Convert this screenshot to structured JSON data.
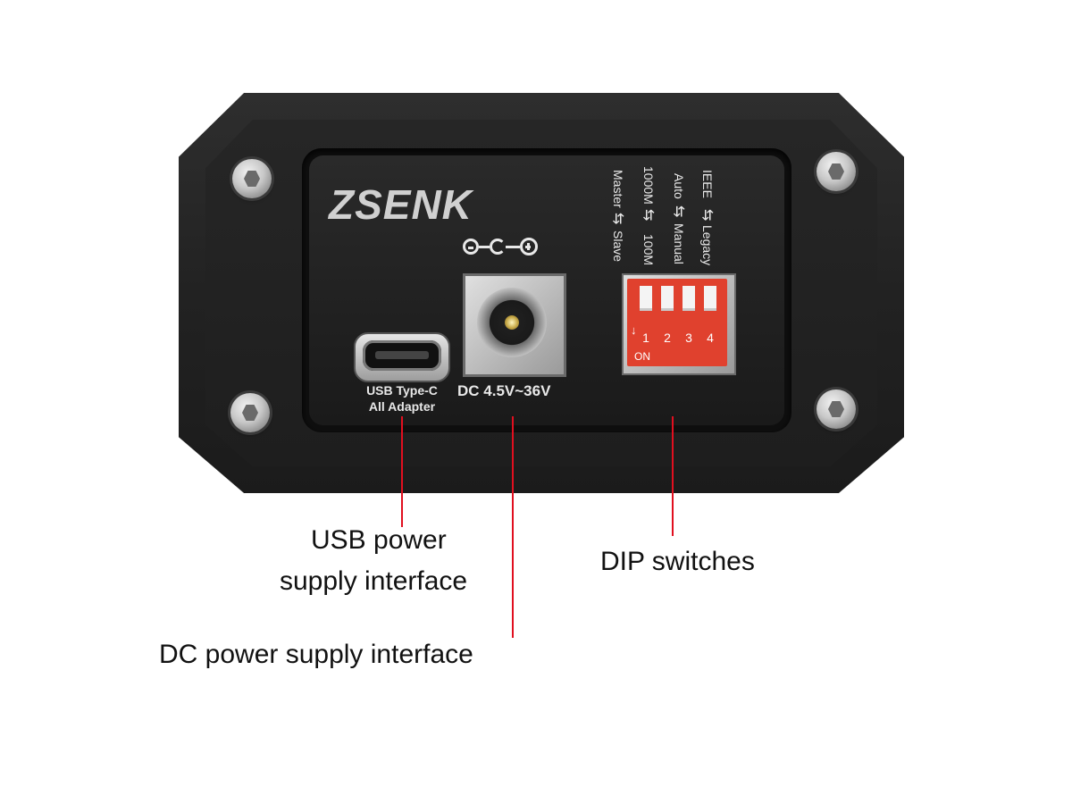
{
  "device": {
    "brand": "ZSENK",
    "usb_port": {
      "line1": "USB Type-C",
      "line2": "All Adapter"
    },
    "dc_port": {
      "label": "DC 4.5V~36V"
    },
    "dip": {
      "numbers": [
        "1",
        "2",
        "3",
        "4"
      ],
      "on_label": "ON",
      "switch_labels": [
        {
          "top": "Master",
          "bottom": "Slave"
        },
        {
          "top": "1000M",
          "bottom": "100M"
        },
        {
          "top": "Auto",
          "bottom": "Manual"
        },
        {
          "top": "IEEE",
          "bottom": "Legacy"
        }
      ],
      "lever_color": "#f4f4f4",
      "body_color": "#e0412e"
    }
  },
  "callouts": {
    "usb": {
      "line1": "USB power",
      "line2": "supply interface"
    },
    "dc": "DC power supply interface",
    "dip": "DIP switches",
    "line_color": "#e10f1f"
  }
}
